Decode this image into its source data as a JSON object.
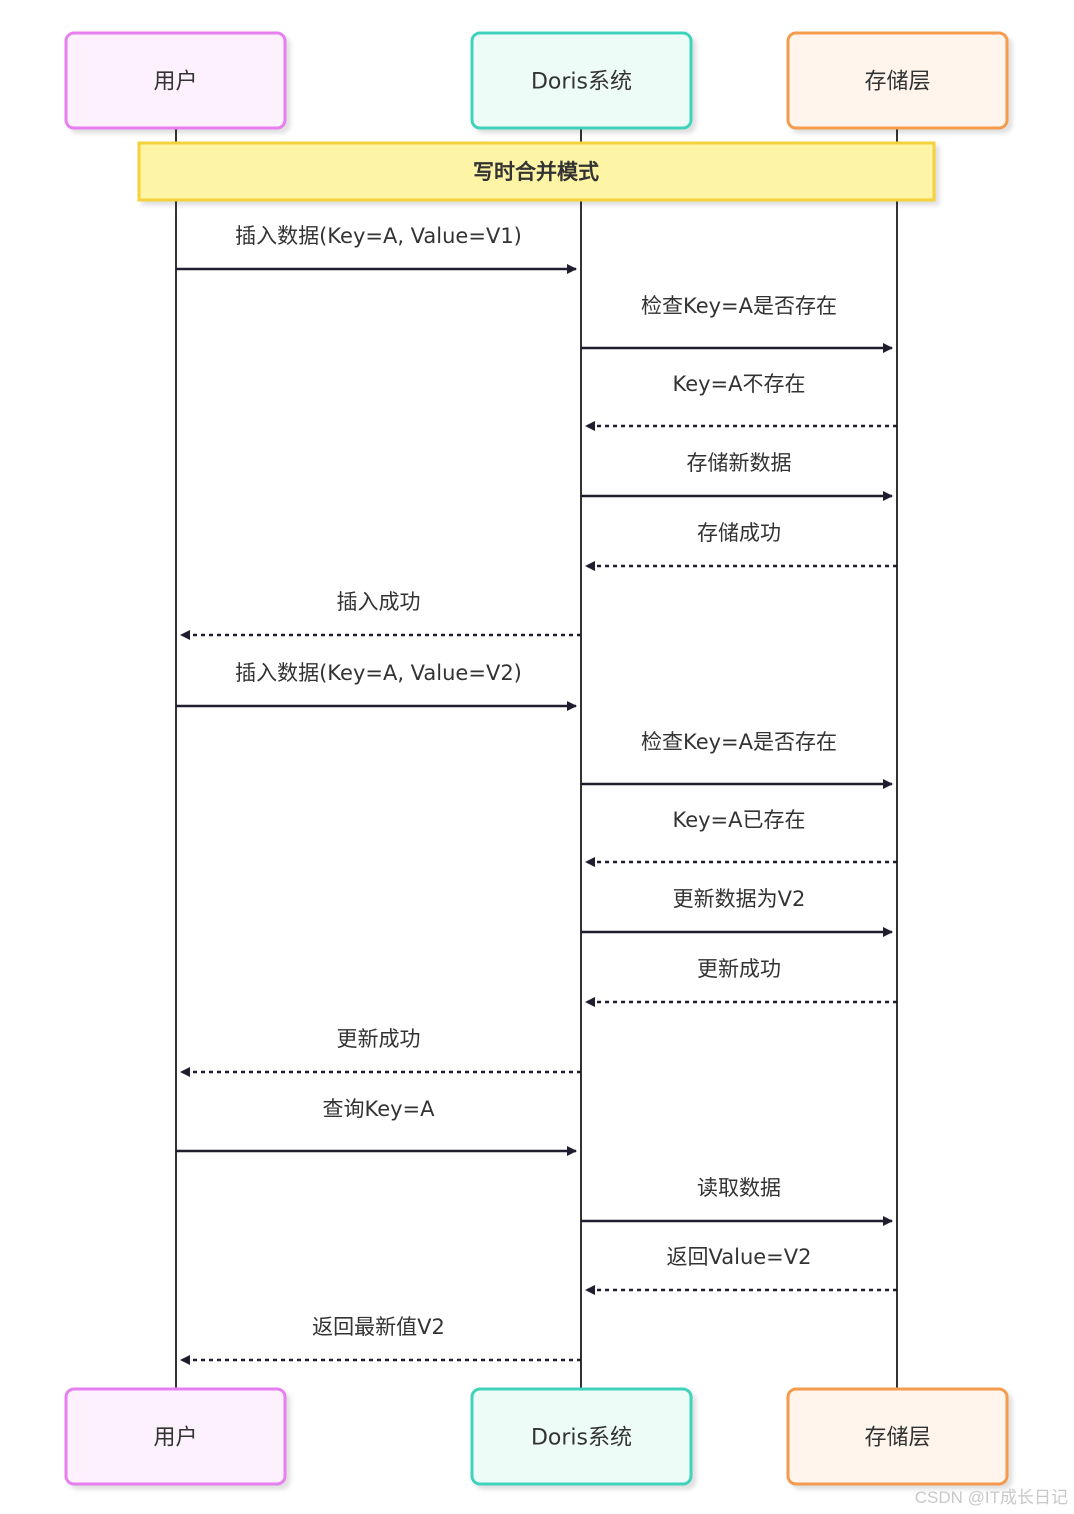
{
  "actors": [
    {
      "id": "user",
      "label": "用户",
      "fill": "#fdf1fe",
      "stroke": "#e87ff0"
    },
    {
      "id": "doris",
      "label": "Doris系统",
      "fill": "#eefcf8",
      "stroke": "#3fd3bb"
    },
    {
      "id": "storage",
      "label": "存储层",
      "fill": "#fff5ec",
      "stroke": "#f59b4d"
    }
  ],
  "note": {
    "label": "写时合并模式",
    "fill": "#fdf4a6",
    "stroke": "#f3d23a"
  },
  "messages": [
    {
      "from": "user",
      "to": "doris",
      "label": "插入数据(Key=A, Value=V1)",
      "style": "solid"
    },
    {
      "from": "doris",
      "to": "storage",
      "label": "检查Key=A是否存在",
      "style": "solid"
    },
    {
      "from": "storage",
      "to": "doris",
      "label": "Key=A不存在",
      "style": "dashed"
    },
    {
      "from": "doris",
      "to": "storage",
      "label": "存储新数据",
      "style": "solid"
    },
    {
      "from": "storage",
      "to": "doris",
      "label": "存储成功",
      "style": "dashed"
    },
    {
      "from": "doris",
      "to": "user",
      "label": "插入成功",
      "style": "dashed"
    },
    {
      "from": "user",
      "to": "doris",
      "label": "插入数据(Key=A, Value=V2)",
      "style": "solid"
    },
    {
      "from": "doris",
      "to": "storage",
      "label": "检查Key=A是否存在",
      "style": "solid"
    },
    {
      "from": "storage",
      "to": "doris",
      "label": "Key=A已存在",
      "style": "dashed"
    },
    {
      "from": "doris",
      "to": "storage",
      "label": "更新数据为V2",
      "style": "solid"
    },
    {
      "from": "storage",
      "to": "doris",
      "label": "更新成功",
      "style": "dashed"
    },
    {
      "from": "doris",
      "to": "user",
      "label": "更新成功",
      "style": "dashed"
    },
    {
      "from": "user",
      "to": "doris",
      "label": "查询Key=A",
      "style": "solid"
    },
    {
      "from": "doris",
      "to": "storage",
      "label": "读取数据",
      "style": "solid"
    },
    {
      "from": "storage",
      "to": "doris",
      "label": "返回Value=V2",
      "style": "dashed"
    },
    {
      "from": "doris",
      "to": "user",
      "label": "返回最新值V2",
      "style": "dashed"
    }
  ],
  "colors": {
    "line": "#333333",
    "arrow": "#1e1e2e"
  },
  "watermark": "CSDN @IT成长日记"
}
